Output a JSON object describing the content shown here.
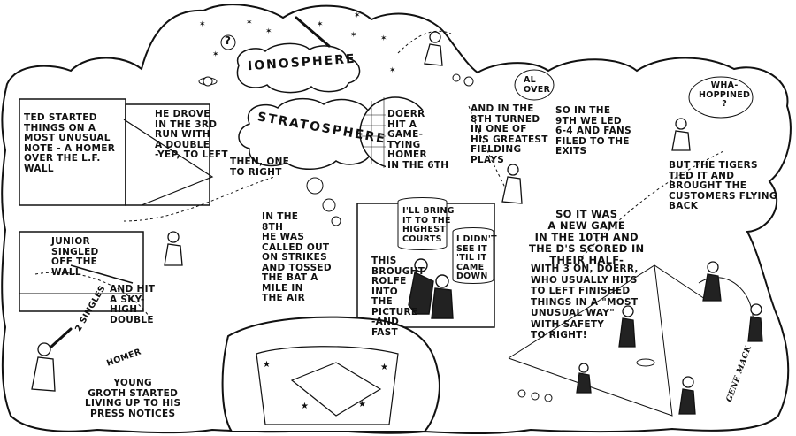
{
  "comic": {
    "sky_labels": {
      "ionosphere": "IONOSPHERE",
      "stratosphere": "STRATOSPHERE",
      "question_mark": "?"
    },
    "captions": {
      "ted_started": "TED STARTED\nTHINGS ON A\nMOST UNUSUAL\nNOTE - A HOMER\nOVER THE L.F.\nWALL",
      "he_drove": "HE DROVE\nIN THE 3RD\nRUN WITH\nA DOUBLE\n-YEP, TO LEFT",
      "then_one": "THEN, ONE\nTO RIGHT",
      "in_the_8th": "IN THE\n8TH\nHE WAS\nCALLED OUT\nON STRIKES\nAND TOSSED\nTHE BAT A\nMILE IN\nTHE AIR",
      "doerr_hit": "DOERR\nHIT A\nGAME-\nTYING\nHOMER\nIN THE 6TH",
      "and_in_the_8th": "AND IN THE\n8TH TURNED\nIN ONE OF\nHIS GREATEST\nFIELDING\nPLAYS",
      "al_over": "AL\nOVER",
      "so_in_the_9th": "SO IN THE\n9TH WE LED\n6-4 AND FANS\nFILED TO THE\nEXITS",
      "wha_hoppined": "WHA-\nHOPPINED\n?",
      "but_the_tigers": "BUT THE TIGERS\nTIED IT AND\nBROUGHT THE\nCUSTOMERS FLYING\nBACK",
      "ill_bring": "I'LL BRING\nIT TO THE\nHIGHEST\nCOURTS",
      "i_didnt_see": "I DIDN'T\nSEE IT\n'TIL IT\nCAME\nDOWN",
      "this_brought": "THIS\nBROUGHT\nROLFE\nINTO\nTHE\nPICTURE\n-AND\nFAST",
      "junior_singled": "JUNIOR\nSINGLED\nOFF THE\nWALL",
      "and_hit_a": "AND HIT\nA SKY-\nHIGH\nDOUBLE",
      "so_it_was": "SO IT WAS\nA NEW GAME\nIN THE 10TH AND\nTHE D'S SCORED IN\nTHEIR HALF-",
      "with_3_on": "WITH 3 ON, DOERR,\nWHO USUALLY HITS\nTO LEFT FINISHED\nTHINGS IN A \"MOST\nUNUSUAL WAY\"\nWITH SAFETY\nTO RIGHT!",
      "two_singles": "2 SINGLES",
      "homer_small": "HOMER",
      "young_groth": "YOUNG\nGROTH STARTED\nLIVING UP TO HIS\nPRESS NOTICES"
    },
    "signature": "GENE MACK"
  }
}
